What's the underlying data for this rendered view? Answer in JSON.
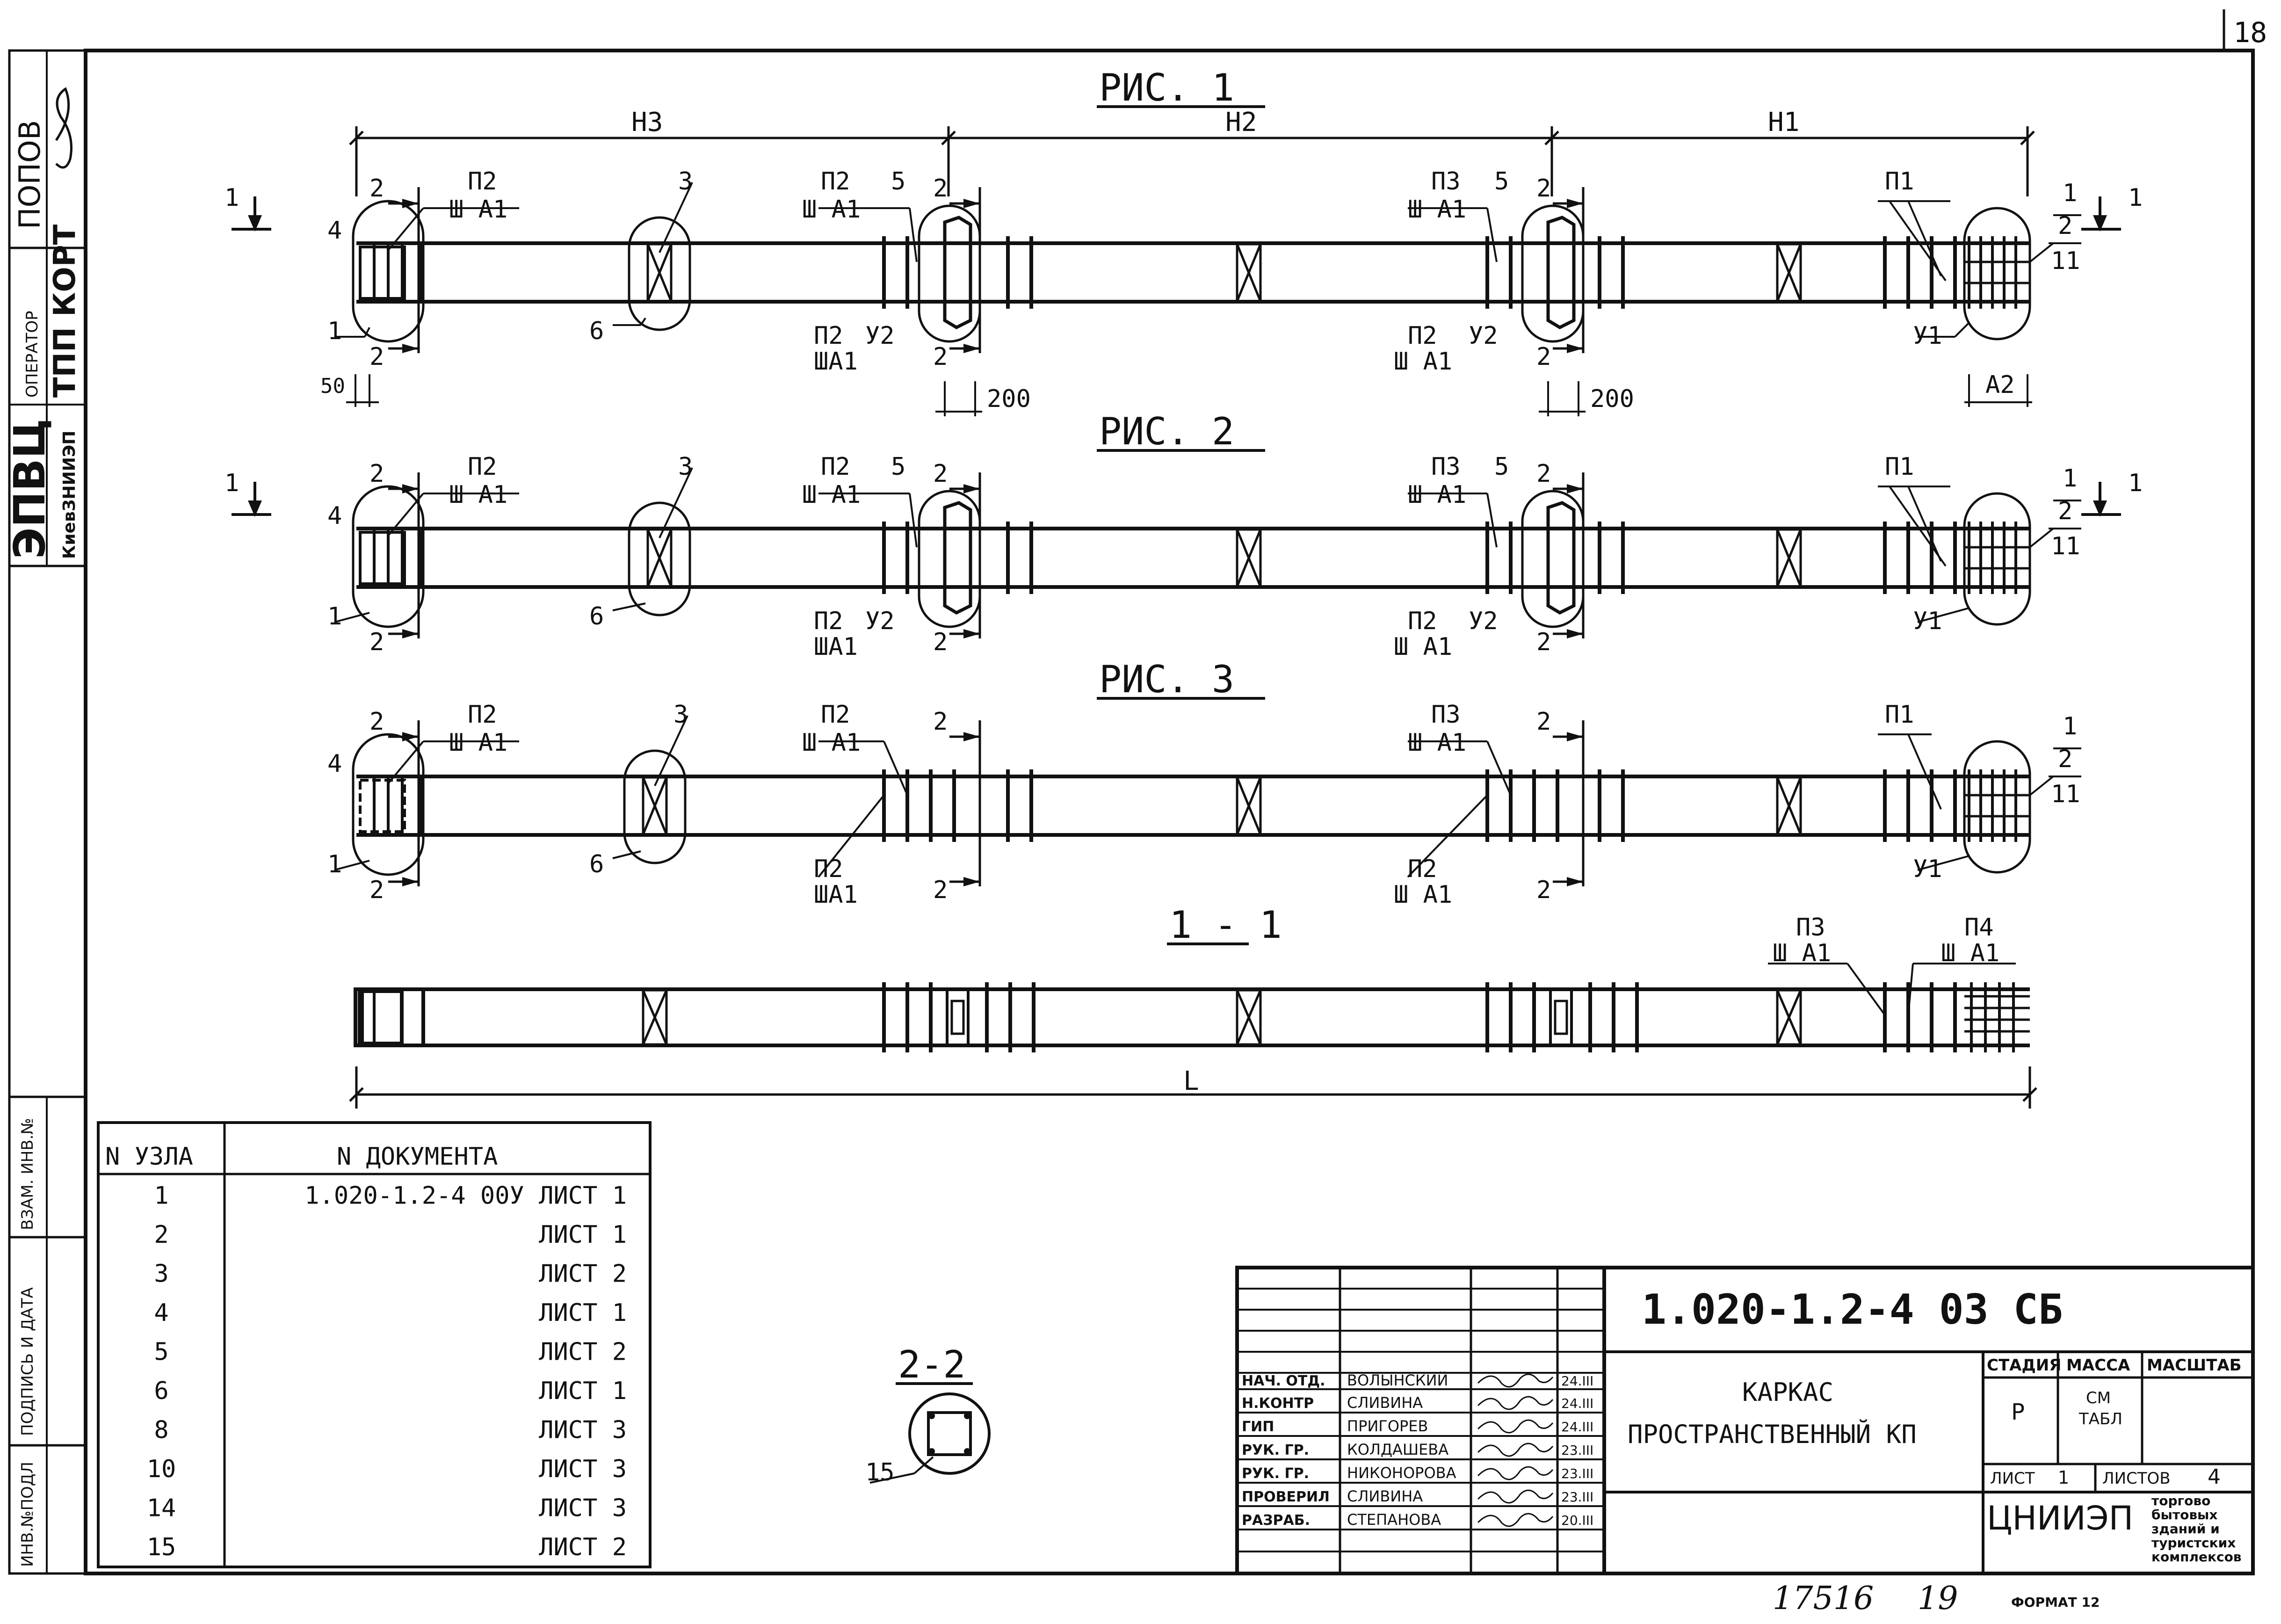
{
  "sheet_number": "18",
  "sidebar": {
    "popov": "ПОПОВ",
    "operator_label": "ОПЕРАТОР",
    "operator_value": "ТПП КОРТ",
    "org_main": "ЭПВЦ",
    "org_sub": "КиевЗНИИЭП",
    "inv_copy": "ВЗАМ. ИНВ.№",
    "sign_date": "ПОДПИСЬ И ДАТА",
    "inv_orig": "ИНВ.№ПОДЛ"
  },
  "figures": {
    "fig1_title": "РИС. 1",
    "fig2_title": "РИС. 2",
    "fig3_title": "РИС. 3",
    "section11_title": "1 - 1",
    "section22_title": "2-2"
  },
  "labels": {
    "h1": "Н1",
    "h2": "Н2",
    "h3": "Н3",
    "l": "L",
    "p1": "П1",
    "p2": "П2",
    "p3": "П3",
    "p4": "П4",
    "sh_a1": "Ш А1",
    "sha1": "ША1",
    "u1": "У1",
    "u2": "У2",
    "a2": "А2",
    "cut1": "1",
    "cut2": "2",
    "n1": "1",
    "n2": "2",
    "n3": "3",
    "n4": "4",
    "n5": "5",
    "n6": "6",
    "frac_top": "1",
    "frac_mid": "2",
    "frac_bot": "11",
    "n15": "15",
    "dim50": "50",
    "dim200": "200"
  },
  "nodes_table": {
    "header_node": "N УЗЛА",
    "header_doc": "N ДОКУМЕНТА",
    "rows": [
      {
        "node": "1",
        "doc": "1.020-1.2-4 00У ЛИСТ 1"
      },
      {
        "node": "2",
        "doc": "ЛИСТ 1"
      },
      {
        "node": "3",
        "doc": "ЛИСТ 2"
      },
      {
        "node": "4",
        "doc": "ЛИСТ 1"
      },
      {
        "node": "5",
        "doc": "ЛИСТ 2"
      },
      {
        "node": "6",
        "doc": "ЛИСТ 1"
      },
      {
        "node": "8",
        "doc": "ЛИСТ 3"
      },
      {
        "node": "10",
        "doc": "ЛИСТ 3"
      },
      {
        "node": "14",
        "doc": "ЛИСТ 3"
      },
      {
        "node": "15",
        "doc": "ЛИСТ 2"
      }
    ]
  },
  "title_block": {
    "doc_code": "1.020-1.2-4 03 СБ",
    "name_line1": "КАРКАС",
    "name_line2": "ПРОСТРАНСТВЕННЫЙ КП",
    "stage_header": "СТАДИЯ",
    "mass_header": "МАССА",
    "scale_header": "МАСШТАБ",
    "stage_value": "Р",
    "mass_value1": "СМ",
    "mass_value2": "ТАБЛ",
    "sheet_label": "ЛИСТ",
    "sheet_value": "1",
    "sheets_label": "ЛИСТОВ",
    "sheets_value": "4",
    "org": "ЦНИИЭП",
    "org_desc1": "торгово",
    "org_desc2": "бытовых",
    "org_desc3": "зданий и",
    "org_desc4": "туристских",
    "org_desc5": "комплексов",
    "signatures": [
      {
        "role": "НАЧ. ОТД.",
        "name": "ВОЛЫНСКИЙ",
        "date": "24.III"
      },
      {
        "role": "Н.КОНТР",
        "name": "СЛИВИНА",
        "date": "24.III"
      },
      {
        "role": "ГИП",
        "name": "ПРИГОРЕВ",
        "date": "24.III"
      },
      {
        "role": "РУК. ГР.",
        "name": "КОЛДАШЕВА",
        "date": "23.III"
      },
      {
        "role": "РУК. ГР.",
        "name": "НИКОНОРОВА",
        "date": "23.III"
      },
      {
        "role": "ПРОВЕРИЛ",
        "name": "СЛИВИНА",
        "date": "23.III"
      },
      {
        "role": "РАЗРАБ.",
        "name": "СТЕПАНОВА",
        "date": "20.III"
      }
    ]
  },
  "footer": {
    "inventory": "17516",
    "page": "19",
    "format": "ФОРМАТ 12"
  }
}
